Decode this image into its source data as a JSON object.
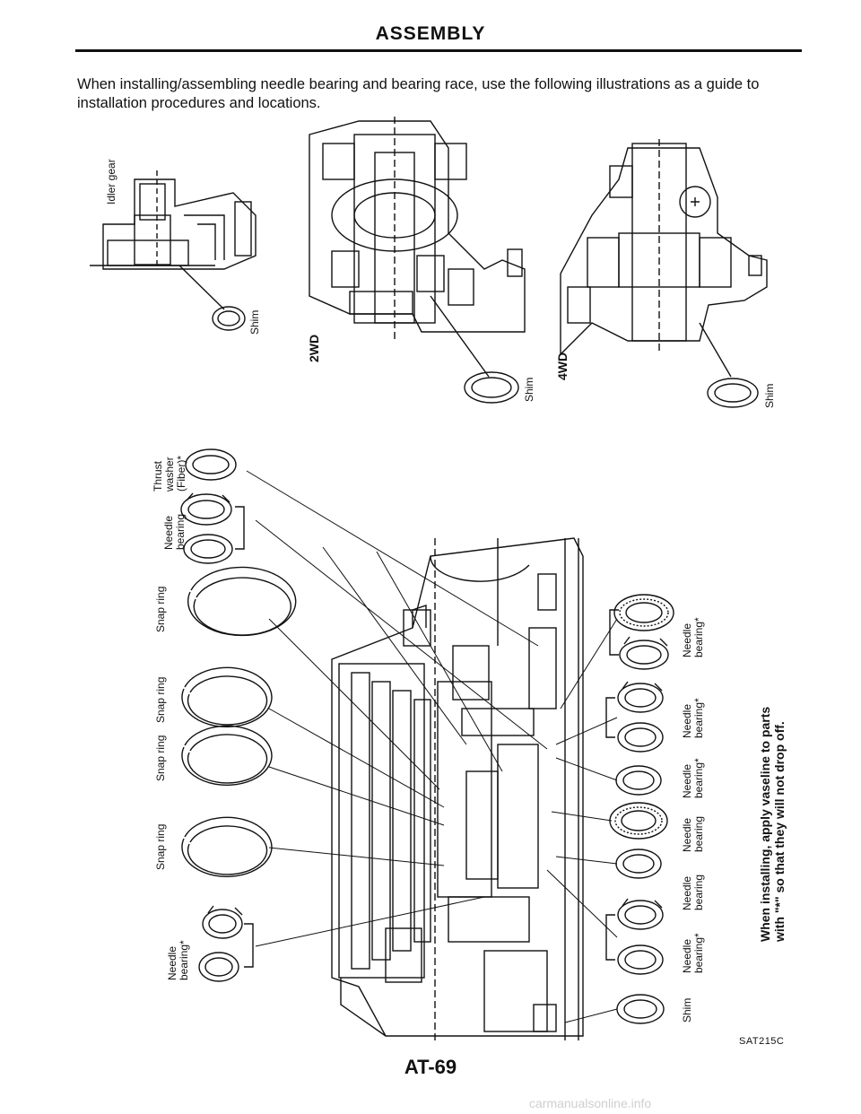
{
  "header": {
    "title": "ASSEMBLY"
  },
  "intro": {
    "text": "When installing/assembling needle bearing and bearing race, use the following illustrations as a guide to installation procedures and locations."
  },
  "labels": {
    "idler_gear": "Idler gear",
    "shim": "Shim",
    "wd2": "2WD",
    "wd4": "4WD",
    "thrust_washer": "Thrust\nwasher\n(Fiber)*",
    "needle_bearing": "Needle\nbearing",
    "needle_bearing_star": "Needle\nbearing*",
    "snap_ring": "Snap ring"
  },
  "note": {
    "text": "When installing, apply vaseline to parts\nwith \"*\" so that they will not drop off."
  },
  "footer": {
    "code": "SAT215C",
    "page_number": "AT-69"
  },
  "watermark": {
    "text": "carmanualsonline.info"
  }
}
